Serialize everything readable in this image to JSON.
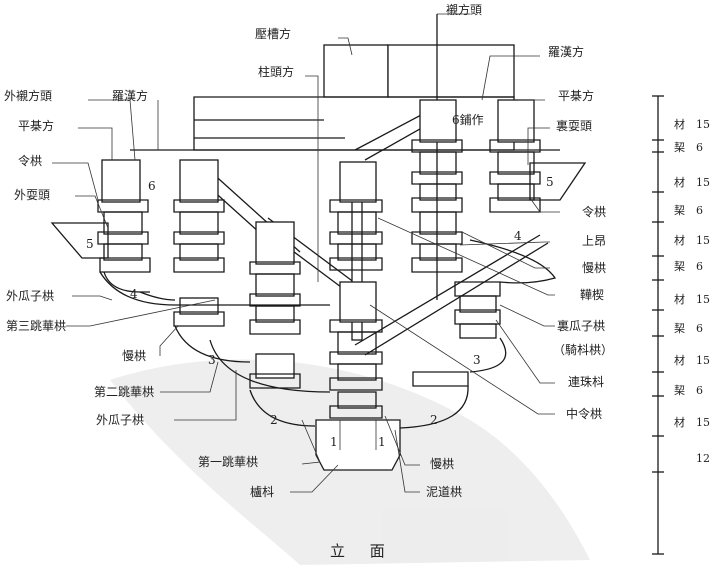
{
  "labels": {
    "chen_fang_tou": "襯方頭",
    "yan_cao_fang": "壓槽方",
    "zhu_tou_fang": "柱頭方",
    "luo_han_fang_r": "羅漢方",
    "ping_qi_fang_r": "平棊方",
    "li_shua_tou": "裏耍頭",
    "pu_zuo": "6鋪作",
    "wai_chen_fang_tou": "外襯方頭",
    "luo_han_fang_l": "羅漢方",
    "ping_qi_fang_l": "平棊方",
    "ling_gong_l": "令栱",
    "wai_shua_tou": "外耍頭",
    "ling_gong_r": "令栱",
    "shang_ang": "上昂",
    "man_gong_r": "慢栱",
    "jiao_tou": "鞾楔",
    "li_gua_zi_gong": "裏瓜子栱",
    "qi_dou_gong": "（騎枓栱）",
    "lian_zhu_dou": "連珠枓",
    "zhong_ling_gong": "中令栱",
    "wai_gua_zi_gong_1": "外瓜子栱",
    "di_san_tiao_hua_gong": "第三跳華栱",
    "man_gong_l": "慢栱",
    "di_er_tiao_hua_gong": "第二跳華栱",
    "wai_gua_zi_gong_2": "外瓜子栱",
    "di_yi_tiao_hua_gong": "第一跳華栱",
    "man_gong_b": "慢栱",
    "lu_dou": "櫨枓",
    "ni_dao_gong": "泥道栱",
    "caption": "立  面"
  },
  "numbers": [
    "1",
    "1",
    "2",
    "2",
    "3",
    "3",
    "4",
    "4",
    "5",
    "5",
    "6"
  ],
  "scale": [
    {
      "name": "材",
      "value": "15"
    },
    {
      "name": "栔",
      "value": "6"
    },
    {
      "name": "材",
      "value": "15"
    },
    {
      "name": "栔",
      "value": "6"
    },
    {
      "name": "材",
      "value": "15"
    },
    {
      "name": "栔",
      "value": "6"
    },
    {
      "name": "材",
      "value": "15"
    },
    {
      "name": "栔",
      "value": "6"
    },
    {
      "name": "材",
      "value": "15"
    },
    {
      "name": "栔",
      "value": "6"
    },
    {
      "name": "材",
      "value": "15"
    },
    {
      "name": "",
      "value": "12"
    }
  ]
}
